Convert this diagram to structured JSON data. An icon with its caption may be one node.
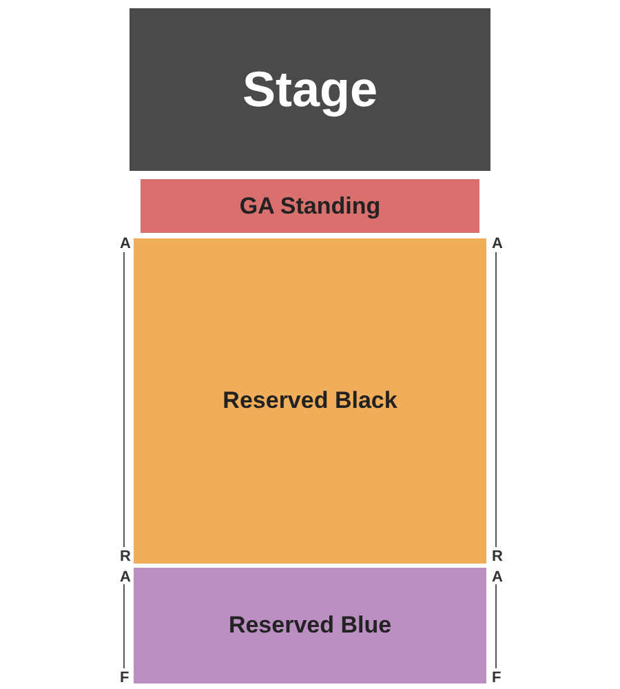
{
  "diagram": {
    "nodes": [
      {
        "text": [
          "Stage"
        ]
      },
      {
        "text": [
          "GA Standing"
        ]
      },
      {
        "text": [
          "Reserved Black"
        ]
      },
      {
        "text": [
          "Reserved Blue"
        ]
      }
    ],
    "labels": [
      "A",
      "A",
      "R",
      "R",
      "A",
      "A",
      "F",
      "F"
    ]
  }
}
